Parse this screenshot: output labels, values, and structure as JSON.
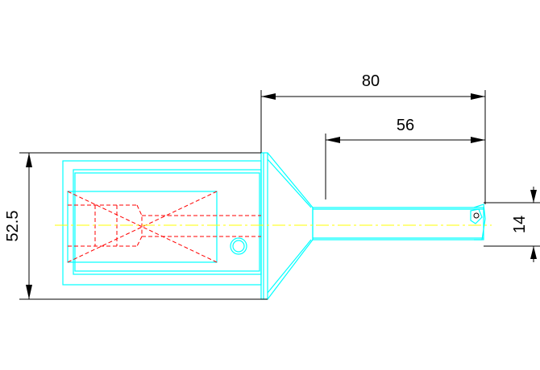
{
  "colors": {
    "background": "#ffffff",
    "outline": "#00ffff",
    "hidden": "#ff0000",
    "centerline": "#ffff00",
    "dimension": "#000000"
  },
  "dimensions": {
    "total_length": "80",
    "shank_length": "56",
    "body_height": "52.5",
    "shank_diameter": "14"
  }
}
